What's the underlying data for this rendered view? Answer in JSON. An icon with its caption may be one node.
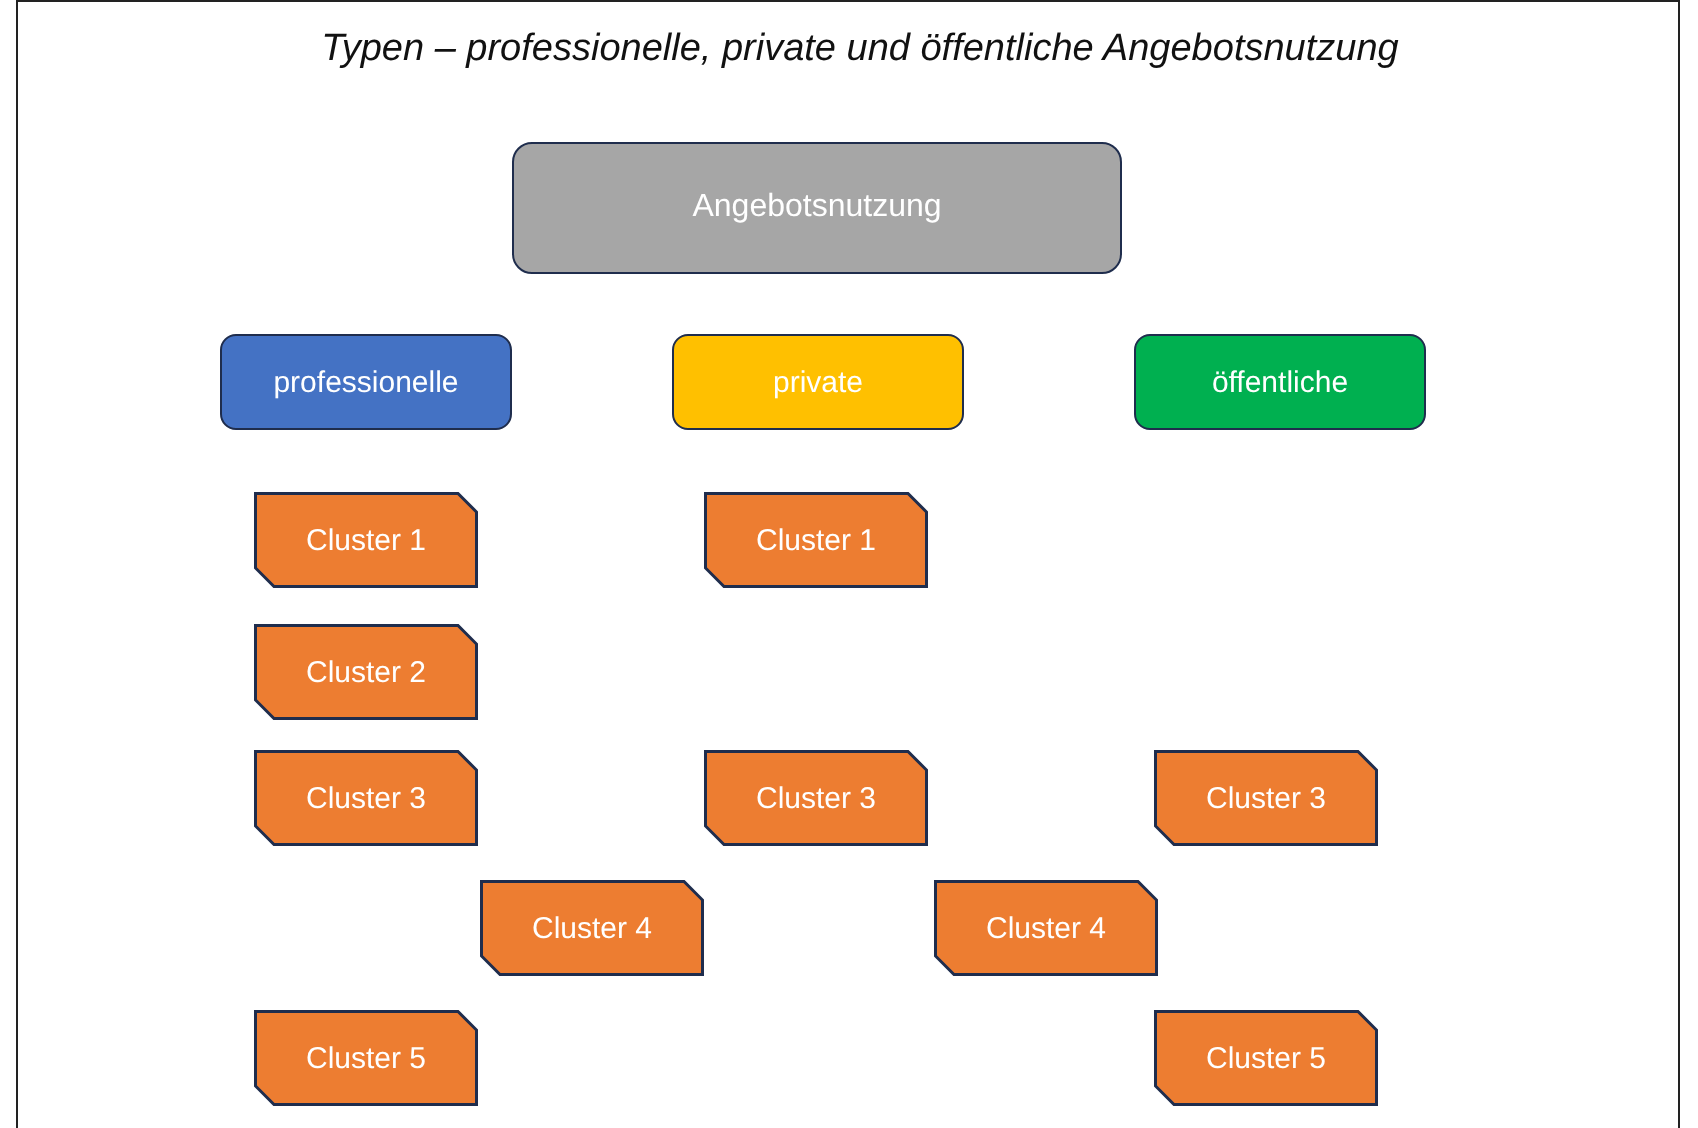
{
  "diagram": {
    "title": "Typen – professionelle, private und öffentliche Angebotsnutzung",
    "nodes": [
      {
        "text": [
          "Angebotsnutzung"
        ]
      },
      {
        "text": [
          "professionelle"
        ]
      },
      {
        "text": [
          "private"
        ]
      },
      {
        "text": [
          "öffentliche"
        ]
      },
      {
        "text": [
          "Cluster 1"
        ]
      },
      {
        "text": [
          "Cluster 1"
        ]
      },
      {
        "text": [
          "Cluster 2"
        ]
      },
      {
        "text": [
          "Cluster 3"
        ]
      },
      {
        "text": [
          "Cluster 3"
        ]
      },
      {
        "text": [
          "Cluster 3"
        ]
      },
      {
        "text": [
          "Cluster 4"
        ]
      },
      {
        "text": [
          "Cluster 4"
        ]
      },
      {
        "text": [
          "Cluster 5"
        ]
      },
      {
        "text": [
          "Cluster 5"
        ]
      }
    ]
  }
}
